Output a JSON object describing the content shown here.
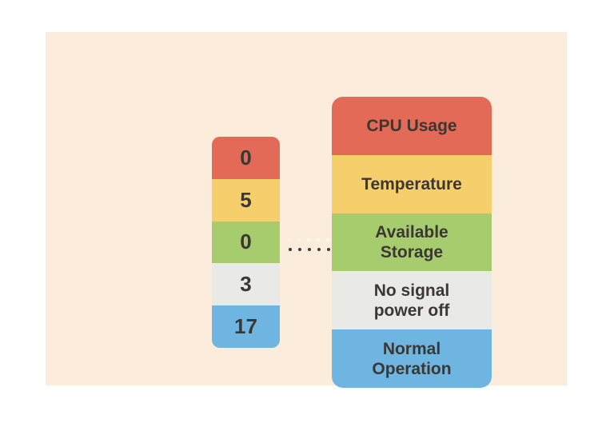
{
  "palette": {
    "page_bg": "#ffffff",
    "panel_bg": "#fbecdc",
    "text": "#3b3733",
    "red": "#e26a56",
    "yellow": "#f6cf6d",
    "green": "#a6cc6e",
    "gray": "#e9eae5",
    "blue": "#6fb5e2",
    "dot_dark": "#3b3b38",
    "dot_highlight": "#fff8ec"
  },
  "diagram": {
    "description_rows": [
      {
        "count": "0",
        "label": "CPU Usage",
        "color": "red"
      },
      {
        "count": "5",
        "label": "Temperature",
        "color": "yellow"
      },
      {
        "count": "0",
        "label": "Available\nStorage",
        "color": "green"
      },
      {
        "count": "3",
        "label": "No signal\npower off",
        "color": "gray"
      },
      {
        "count": "17",
        "label": "Normal\nOperation",
        "color": "blue"
      }
    ],
    "connector": {
      "type": "dotted-line",
      "dot_count": 5
    }
  }
}
